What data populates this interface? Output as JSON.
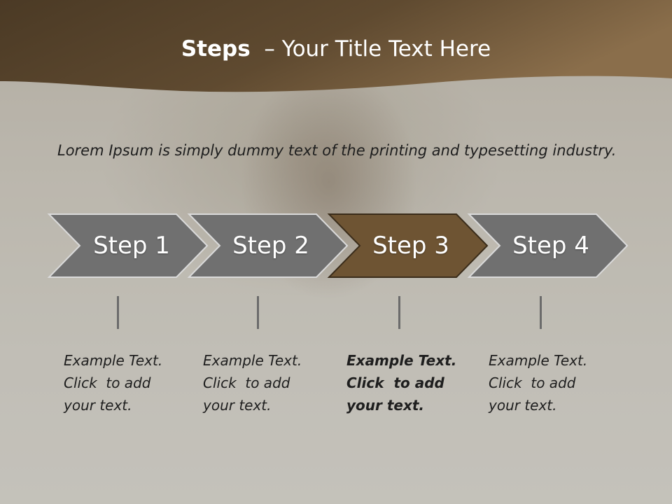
{
  "title": {
    "strong": "Steps",
    "rest": "– Your Title Text Here"
  },
  "intro": "Lorem Ipsum is simply dummy text of the printing and typesetting industry.",
  "steps": [
    {
      "label": "Step 1",
      "line1": "Example Text.",
      "line2": "Click  to add",
      "line3": "your text."
    },
    {
      "label": "Step 2",
      "line1": "Example Text.",
      "line2": "Click  to add",
      "line3": "your text."
    },
    {
      "label": "Step 3",
      "line1": "Example Text.",
      "line2": "Click  to add",
      "line3": "your text."
    },
    {
      "label": "Step 4",
      "line1": "Example Text.",
      "line2": "Click  to add",
      "line3": "your text."
    }
  ],
  "active_step": 3,
  "colors": {
    "header_dark": "#4e3b24",
    "header_light": "#8a6e4b",
    "arrow_gray": "#6f6f6f",
    "arrow_active": "#6e5433",
    "arrow_border": "#d9d9d9"
  }
}
